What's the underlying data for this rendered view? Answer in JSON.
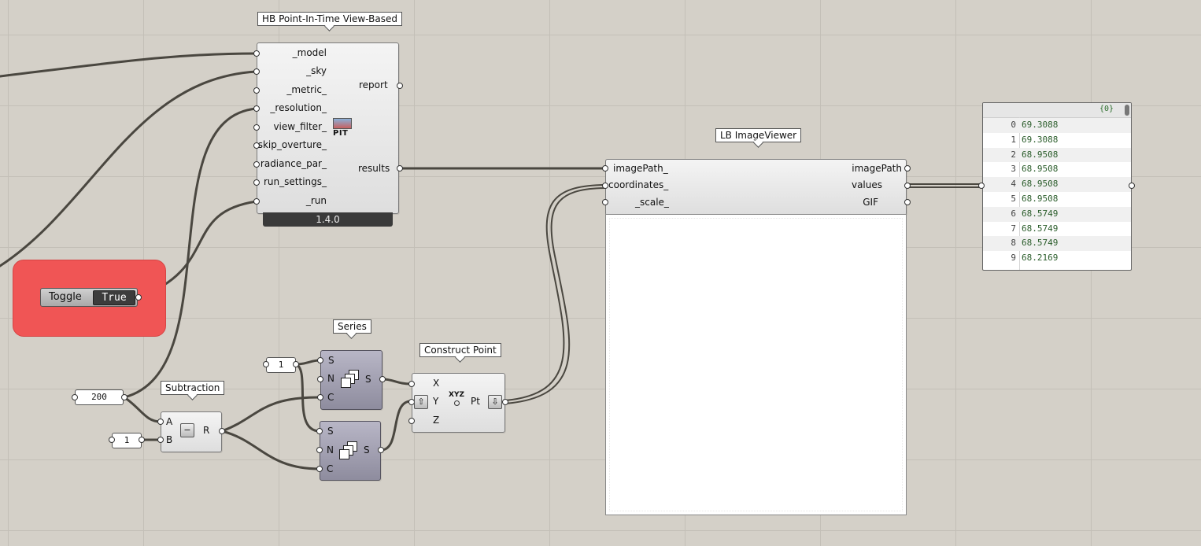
{
  "hb_component": {
    "title": "HB Point-In-Time View-Based",
    "inputs": [
      "_model",
      "_sky",
      "_metric_",
      "_resolution_",
      "view_filter_",
      "skip_overture_",
      "radiance_par_",
      "run_settings_",
      "_run"
    ],
    "outputs": [
      "report",
      "results"
    ],
    "icon_text": "PIT",
    "version": "1.4.0"
  },
  "image_viewer": {
    "title": "LB ImageViewer",
    "inputs": [
      "imagePath_",
      "coordinates_",
      "_scale_"
    ],
    "outputs": [
      "imagePath",
      "values",
      "GIF"
    ]
  },
  "data_panel": {
    "path": "{0}",
    "rows": [
      {
        "index": "0",
        "value": "69.3088"
      },
      {
        "index": "1",
        "value": "69.3088"
      },
      {
        "index": "2",
        "value": "68.9508"
      },
      {
        "index": "3",
        "value": "68.9508"
      },
      {
        "index": "4",
        "value": "68.9508"
      },
      {
        "index": "5",
        "value": "68.9508"
      },
      {
        "index": "6",
        "value": "68.5749"
      },
      {
        "index": "7",
        "value": "68.5749"
      },
      {
        "index": "8",
        "value": "68.5749"
      },
      {
        "index": "9",
        "value": "68.2169"
      }
    ]
  },
  "toggle": {
    "label": "Toggle",
    "value": "True"
  },
  "series": {
    "title": "Series",
    "inputs": [
      "S",
      "N",
      "C"
    ],
    "output": "S"
  },
  "series2": {
    "inputs": [
      "S",
      "N",
      "C"
    ],
    "output": "S"
  },
  "subtraction": {
    "title": "Subtraction",
    "inputs": [
      "A",
      "B"
    ],
    "output": "R",
    "symbol": "−"
  },
  "construct_point": {
    "title": "Construct Point",
    "inputs": [
      "X",
      "Y",
      "Z"
    ],
    "output": "Pt",
    "icon_text": "XYZ"
  },
  "number_sliders": {
    "value_200": "200",
    "value_1a": "1",
    "value_1b": "1"
  },
  "colors": {
    "group_red": "#f05555",
    "wire": "#4a4740",
    "canvas": "#d4d0c8"
  }
}
